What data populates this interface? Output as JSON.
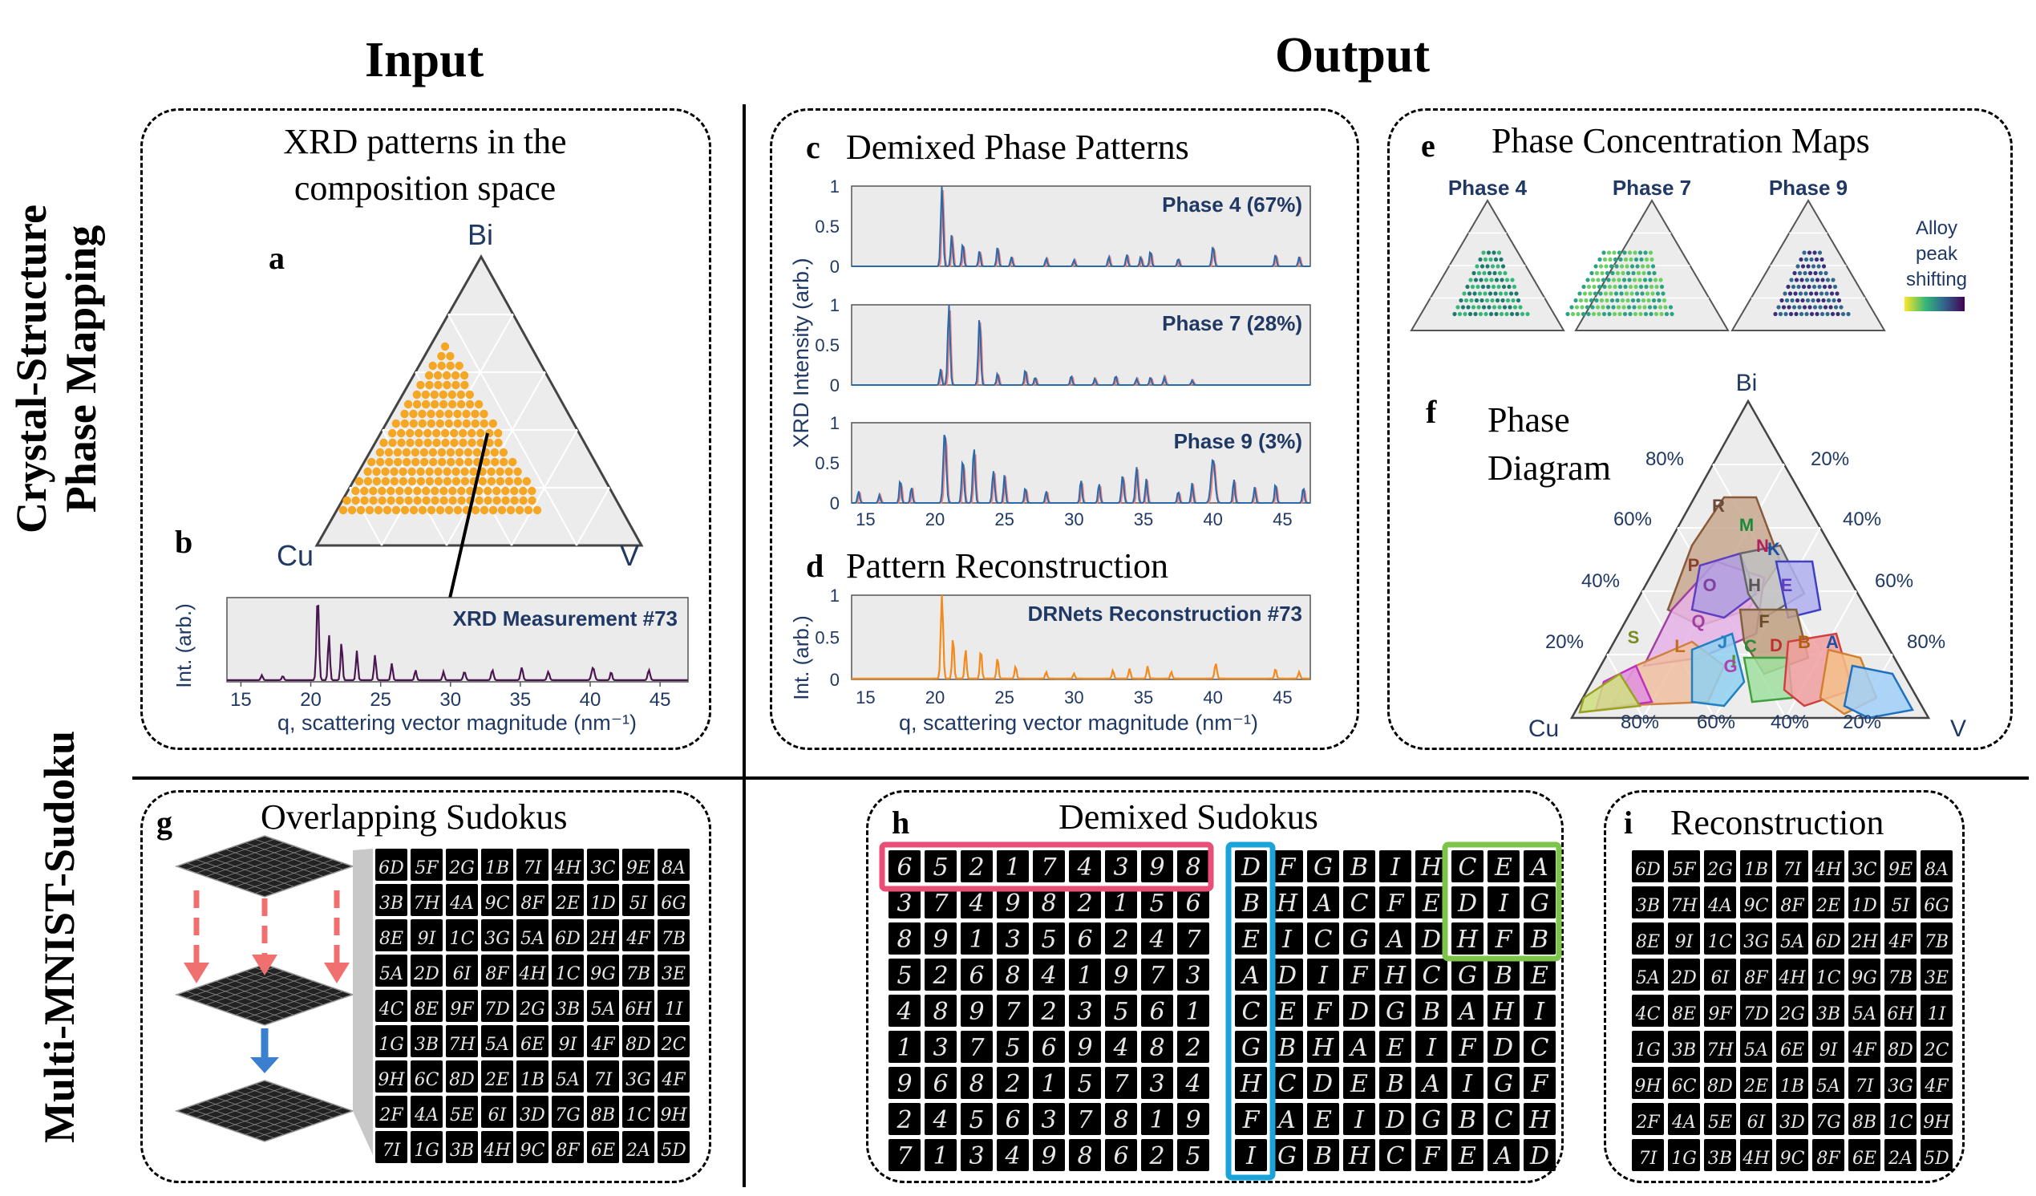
{
  "headers": {
    "input": "Input",
    "output": "Output"
  },
  "row_labels": {
    "top_line1": "Crystal-Structure",
    "top_line2": "Phase Mapping",
    "bottom": "Multi-MNIST-Sudoku"
  },
  "panels": {
    "input_title_line1": "XRD patterns in the",
    "input_title_line2": "composition space",
    "c_title": "Demixed Phase Patterns",
    "d_title": "Pattern Reconstruction",
    "e_title": "Phase Concentration Maps",
    "f_title_line1": "Phase",
    "f_title_line2": "Diagram",
    "g_title": "Overlapping Sudokus",
    "h_title": "Demixed Sudokus",
    "i_title": "Reconstruction"
  },
  "letters": {
    "a": "a",
    "b": "b",
    "c": "c",
    "d": "d",
    "e": "e",
    "f": "f",
    "g": "g",
    "h": "h",
    "i": "i"
  },
  "ternary": {
    "top": "Bi",
    "left": "Cu",
    "right": "V"
  },
  "xrd_b": {
    "label": "XRD Measurement #73",
    "ylabel": "Int. (arb.)",
    "xlabel": "q, scattering vector magnitude (nm⁻¹)",
    "ticks": [
      "15",
      "20",
      "25",
      "30",
      "35",
      "40",
      "45"
    ]
  },
  "xrd_c": {
    "ylabel": "XRD Intensity (arb.)",
    "phase_labels": [
      "Phase 4 (67%)",
      "Phase 7 (28%)",
      "Phase 9 (3%)"
    ],
    "yticks": [
      "1",
      "0.5",
      "0"
    ],
    "xticks": [
      "15",
      "20",
      "25",
      "30",
      "35",
      "40",
      "45"
    ]
  },
  "xrd_d": {
    "label": "DRNets Reconstruction #73",
    "ylabel": "Int. (arb.)",
    "xlabel": "q, scattering vector magnitude (nm⁻¹)",
    "yticks": [
      "1",
      "0.5",
      "0"
    ],
    "xticks": [
      "15",
      "20",
      "25",
      "30",
      "35",
      "40",
      "45"
    ]
  },
  "maps": {
    "names": [
      "Phase 4",
      "Phase 7",
      "Phase 9"
    ],
    "colorbar_line1": "Alloy",
    "colorbar_line2": "peak",
    "colorbar_line3": "shifting"
  },
  "phase_diagram": {
    "left_ticks": [
      "80%",
      "60%",
      "40%",
      "20%"
    ],
    "right_ticks": [
      "20%",
      "40%",
      "60%",
      "80%"
    ],
    "bottom_ticks": [
      "80%",
      "60%",
      "40%",
      "20%"
    ],
    "regions": [
      "R",
      "M",
      "N",
      "K",
      "P",
      "O",
      "H",
      "E",
      "Q",
      "F",
      "S",
      "L",
      "J",
      "I",
      "C",
      "D",
      "B",
      "A",
      "G"
    ]
  },
  "colors": {
    "orange": "#f5a623",
    "navy": "#1f3864",
    "xrd_blue": "#2b6aa8",
    "xrd_red": "#f08080",
    "recon": "#f28a1e",
    "pink": "#e94f76",
    "cyan": "#1aa3d9",
    "green": "#7cc44a",
    "purple": "#4a1650"
  },
  "sudoku_h": {
    "rows": [
      [
        "6",
        "5",
        "2",
        "1",
        "7",
        "4",
        "3",
        "9",
        "8"
      ],
      [
        "3",
        "7",
        "4",
        "9",
        "8",
        "2",
        "1",
        "5",
        "6"
      ],
      [
        "8",
        "9",
        "1",
        "3",
        "5",
        "6",
        "2",
        "4",
        "7"
      ],
      [
        "5",
        "2",
        "6",
        "8",
        "4",
        "1",
        "9",
        "7",
        "3"
      ],
      [
        "4",
        "8",
        "9",
        "7",
        "2",
        "3",
        "5",
        "6",
        "1"
      ],
      [
        "1",
        "3",
        "7",
        "5",
        "6",
        "9",
        "4",
        "8",
        "2"
      ],
      [
        "9",
        "6",
        "8",
        "2",
        "1",
        "5",
        "7",
        "3",
        "4"
      ],
      [
        "2",
        "4",
        "5",
        "6",
        "3",
        "7",
        "8",
        "1",
        "9"
      ],
      [
        "7",
        "1",
        "3",
        "4",
        "9",
        "8",
        "6",
        "2",
        "5"
      ]
    ],
    "letter_rows": [
      [
        "D",
        "F",
        "G",
        "B",
        "I",
        "H",
        "C",
        "E",
        "A"
      ],
      [
        "B",
        "H",
        "A",
        "C",
        "F",
        "E",
        "D",
        "I",
        "G"
      ],
      [
        "E",
        "I",
        "C",
        "G",
        "A",
        "D",
        "H",
        "F",
        "B"
      ],
      [
        "A",
        "D",
        "I",
        "F",
        "H",
        "C",
        "G",
        "B",
        "E"
      ],
      [
        "C",
        "E",
        "F",
        "D",
        "G",
        "B",
        "A",
        "H",
        "I"
      ],
      [
        "G",
        "B",
        "H",
        "A",
        "E",
        "I",
        "F",
        "D",
        "C"
      ],
      [
        "H",
        "C",
        "D",
        "E",
        "B",
        "A",
        "I",
        "G",
        "F"
      ],
      [
        "F",
        "A",
        "E",
        "I",
        "D",
        "G",
        "B",
        "C",
        "H"
      ],
      [
        "I",
        "G",
        "B",
        "H",
        "C",
        "F",
        "E",
        "A",
        "D"
      ]
    ]
  },
  "sudoku_overlap": {
    "rows": [
      [
        "6D",
        "5F",
        "2G",
        "1B",
        "7I",
        "4H",
        "3C",
        "9E",
        "8A"
      ],
      [
        "3B",
        "7H",
        "4A",
        "9C",
        "8F",
        "2E",
        "1D",
        "5I",
        "6G"
      ],
      [
        "8E",
        "9I",
        "1C",
        "3G",
        "5A",
        "6D",
        "2H",
        "4F",
        "7B"
      ],
      [
        "5A",
        "2D",
        "6I",
        "8F",
        "4H",
        "1C",
        "9G",
        "7B",
        "3E"
      ],
      [
        "4C",
        "8E",
        "9F",
        "7D",
        "2G",
        "3B",
        "5A",
        "6H",
        "1I"
      ],
      [
        "1G",
        "3B",
        "7H",
        "5A",
        "6E",
        "9I",
        "4F",
        "8D",
        "2C"
      ],
      [
        "9H",
        "6C",
        "8D",
        "2E",
        "1B",
        "5A",
        "7I",
        "3G",
        "4F"
      ],
      [
        "2F",
        "4A",
        "5E",
        "6I",
        "3D",
        "7G",
        "8B",
        "1C",
        "9H"
      ],
      [
        "7I",
        "1G",
        "3B",
        "4H",
        "9C",
        "8F",
        "6E",
        "2A",
        "5D"
      ]
    ]
  }
}
